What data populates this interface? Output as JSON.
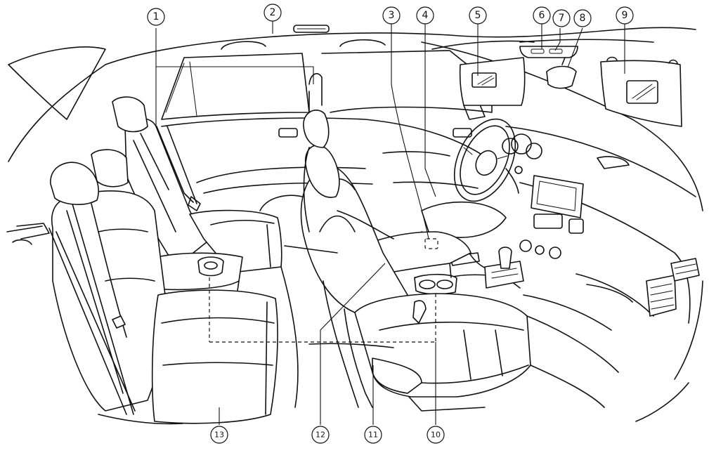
{
  "callouts": [
    {
      "id": "1",
      "label": "①"
    },
    {
      "id": "2",
      "label": "②"
    },
    {
      "id": "3",
      "label": "③"
    },
    {
      "id": "4",
      "label": "④"
    },
    {
      "id": "5",
      "label": "⑤"
    },
    {
      "id": "6",
      "label": "⑥"
    },
    {
      "id": "7",
      "label": "⑦"
    },
    {
      "id": "8",
      "label": "⑧"
    },
    {
      "id": "9",
      "label": "⑨"
    },
    {
      "id": "10",
      "label": "⑩"
    },
    {
      "id": "11",
      "label": "⑪"
    },
    {
      "id": "12",
      "label": "⑫"
    },
    {
      "id": "13",
      "label": "⑬"
    }
  ]
}
